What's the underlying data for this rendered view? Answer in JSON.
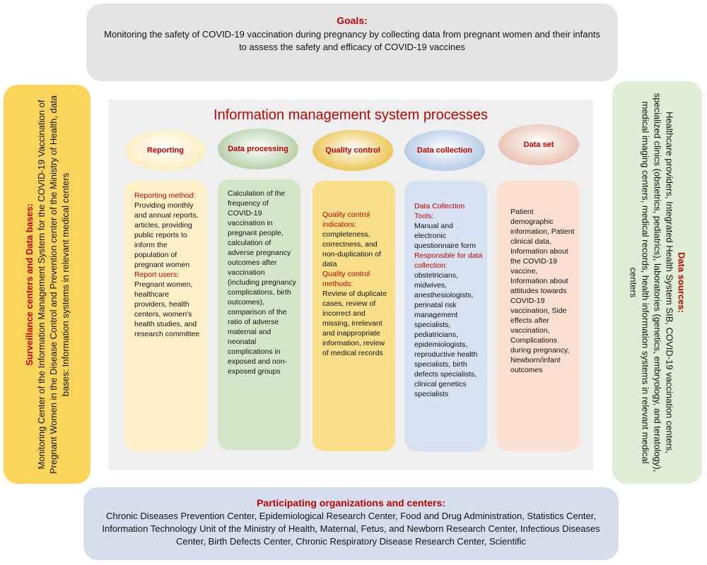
{
  "goals": {
    "title": "Goals:",
    "text": "Monitoring the safety of COVID-19 vaccination during pregnancy by collecting data from pregnant women and their infants to assess the safety and efficacy of COVID-19 vaccines"
  },
  "surveillance": {
    "title": "Surveillance centers and Data bases:",
    "text": "Monitoring Center of the Information Management System for the COVID-19 Vaccination of Pregnant Women in the Disease Control and Prevention center of the Ministry of Health, data bases: Information systems in relevant medical centers"
  },
  "data_sources": {
    "title": "Data sources:",
    "text": "Healthcare providers, Integrated Health System SIB, COVID-19 vaccination centers, specialized clinics (obstetrics, pediatrics), laboratories (genetics, embryology, and teratology), medical imaging centers, medical records, health information systems in relevant medical centers"
  },
  "center_title": "Information management system processes",
  "processes": [
    {
      "label": "Reporting",
      "color": "#fbeab4",
      "card_color": "#fdf0c9",
      "card_lines": [
        {
          "text": "Reporting method:",
          "red": true
        },
        {
          "text": "Providing monthly and annual reports, articles, providing public reports to inform the population of pregnant women",
          "red": false
        },
        {
          "text": "Report users:",
          "red": true
        },
        {
          "text": "Pregnant women, healthcare providers, health centers, women's health studies, and research committee",
          "red": false
        }
      ]
    },
    {
      "label": "Data processing",
      "color": "#a9c99a",
      "card_color": "#d4e6c8",
      "card_lines": [
        {
          "text": "Calculation of the frequency of COVID-19 vaccination in pregnant people, calculation of adverse pregnancy outcomes after vaccination (including pregnancy complications, birth outcomes), comparison of the ratio of adverse maternal and neonatal complications in exposed and non-exposed groups",
          "red": false
        }
      ]
    },
    {
      "label": "Quality control",
      "color": "#e8bb35",
      "card_color": "#f9df8a",
      "card_lines": [
        {
          "text": "Quality control indicators:",
          "red": true
        },
        {
          "text": "completeness, correctness, and non-duplication of data",
          "red": false
        },
        {
          "text": "Quality control methods:",
          "red": true
        },
        {
          "text": "Review of duplicate cases, review of incorrect and missing, irrelevant and inappropriate information, review of medical records",
          "red": false
        }
      ]
    },
    {
      "label": "Data collection",
      "color": "#a8c2e2",
      "card_color": "#d6e2f2",
      "card_lines": [
        {
          "text": "Data Collection Tools:",
          "red": true
        },
        {
          "text": "Manual and electronic questionnaire form",
          "red": false
        },
        {
          "text": "Responsible for data collection:",
          "red": true
        },
        {
          "text": "obstetricians, midwives, anesthesiologists, perinatal risk management specialists, pediatricians, epidemiologists, reproductive health specialists, birth defects specialists, clinical genetics specialists",
          "red": false
        }
      ]
    },
    {
      "label": "Data set",
      "color": "#e6b8a6",
      "card_color": "#fbdfd0",
      "card_lines": [
        {
          "text": "Patient demographic information, Patient clinical data, Information about the COVID-19 vaccine, Information about attitudes towards COVID-19 vaccination, Side effects after vaccination, Complications during pregnancy, Newborn/infant outcomes",
          "red": false
        }
      ]
    }
  ],
  "participating": {
    "title": "Participating organizations and centers:",
    "text": "Chronic Diseases Prevention Center, Epidemiological Research Center, Food and Drug Administration, Statistics Center, Information Technology Unit of the Ministry of Health, Maternal, Fetus, and Newborn Research Center, Infectious Diseases Center, Birth Defects Center, Chronic Respiratory Disease Research Center, Scientific"
  }
}
